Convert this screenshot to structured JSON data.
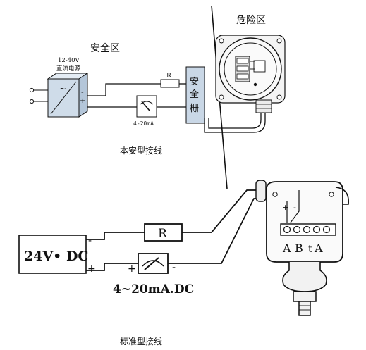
{
  "top": {
    "zone_safe_label": "安全区",
    "zone_hazard_label": "危险区",
    "power_supply_label_1": "12-40V",
    "power_supply_label_2": "直流电源",
    "power_tilde": "~",
    "power_minus": "-",
    "power_plus": "+",
    "resistor_label": "R",
    "ammeter_label": "4-20mA",
    "barrier_label_1": "安",
    "barrier_label_2": "全",
    "barrier_label_3": "栅",
    "caption": "本安型接线"
  },
  "bottom": {
    "power_label": "24V• DC",
    "power_minus": "-",
    "power_plus": "+",
    "resistor_label": "R",
    "meter_plus": "+",
    "meter_minus": "-",
    "current_label": "4~20mA.DC",
    "terminal_a": "A",
    "terminal_b": "B",
    "terminal_t": "t",
    "terminal_a2": "A",
    "terminal_plus": "+",
    "terminal_minus": "-",
    "caption": "标准型接线"
  },
  "colors": {
    "line": "#111111",
    "barrier_fill": "#c9d7e6",
    "resistor_fill": "#ffffff"
  }
}
